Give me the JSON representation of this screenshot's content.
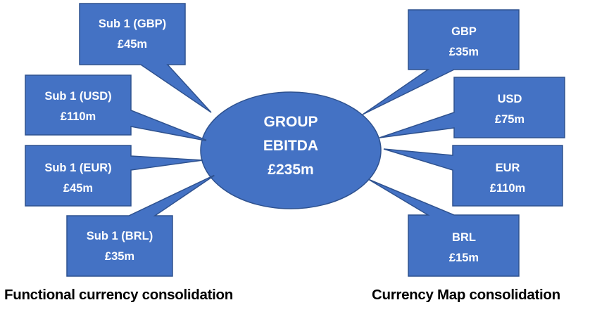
{
  "colors": {
    "shape_fill": "#4472C4",
    "shape_stroke": "#2F528F",
    "shape_text": "#FFFFFF",
    "caption_text": "#000000",
    "background": "#FFFFFF"
  },
  "center": {
    "line1": "GROUP",
    "line2": "EBITDA",
    "line3": "£235m"
  },
  "left": {
    "caption": "Functional currency consolidation",
    "callouts": [
      {
        "title": "Sub 1 (GBP)",
        "value": "£45m"
      },
      {
        "title": "Sub 1 (USD)",
        "value": "£110m"
      },
      {
        "title": "Sub 1 (EUR)",
        "value": "£45m"
      },
      {
        "title": "Sub 1 (BRL)",
        "value": "£35m"
      }
    ]
  },
  "right": {
    "caption": "Currency Map consolidation",
    "callouts": [
      {
        "title": "GBP",
        "value": "£35m"
      },
      {
        "title": "USD",
        "value": "£75m"
      },
      {
        "title": "EUR",
        "value": "£110m"
      },
      {
        "title": "BRL",
        "value": "£15m"
      }
    ]
  }
}
